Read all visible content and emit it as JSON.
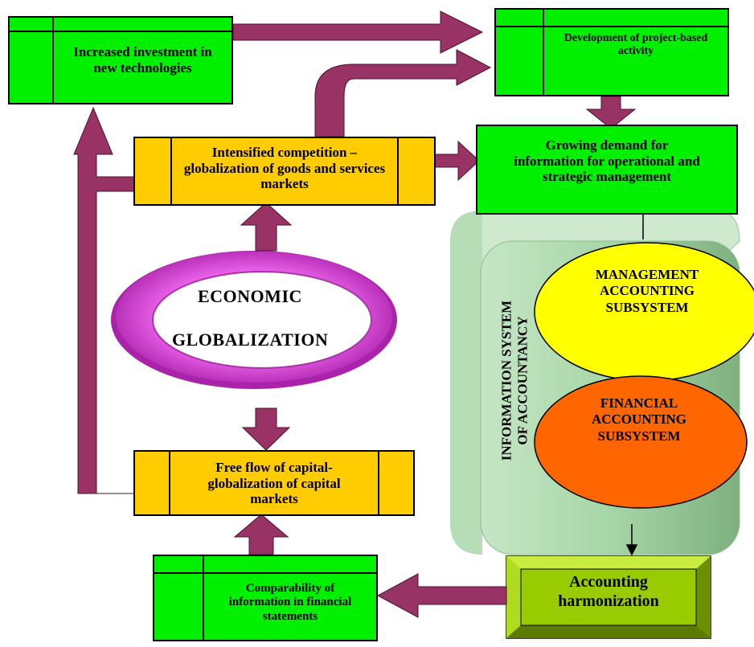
{
  "nodes": {
    "increased_investment": "Increased investment in new technologies",
    "project_activity": "Development of project-based activity",
    "intensified_competition": "Intensified competition – globalization of goods and services markets",
    "growing_demand": "Growing demand for information for operational and strategic management",
    "economic": "ECONOMIC",
    "globalization": "GLOBALIZATION",
    "info_system_line1": "INFORMATION SYSTEM",
    "info_system_line2": "OF ACCOUNTANCY",
    "management_subsystem": "MANAGEMENT ACCOUNTING SUBSYSTEM",
    "financial_subsystem": "FINANCIAL ACCOUNTING SUBSYSTEM",
    "free_flow": "Free flow of capital- globalization of capital markets",
    "comparability": "Comparability of information in financial statements",
    "harmonization": "Accounting harmonization"
  },
  "colors": {
    "box_green": "#00f000",
    "box_orange": "#ffcc00",
    "arrow": "#993366",
    "ring": "#cc33cc",
    "cylinder": "#a8d8a8",
    "management_ellipse": "#ffff00",
    "financial_ellipse": "#ff6600",
    "harmonization_bevel": "#99cc00"
  }
}
